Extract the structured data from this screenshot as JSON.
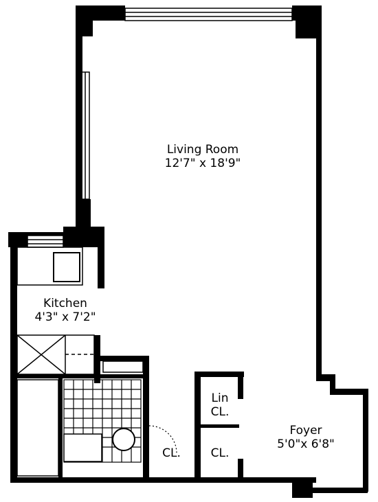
{
  "rooms": {
    "living": {
      "name": "Living Room",
      "dims": "12'7\" x 18'9\""
    },
    "kitchen": {
      "name": "Kitchen",
      "dims": "4'3\" x 7'2\""
    },
    "linen": {
      "line1": "Lin",
      "line2": "CL."
    },
    "closet_bath": {
      "name": "CL."
    },
    "closet_hall": {
      "name": "CL."
    },
    "foyer": {
      "name": "Foyer",
      "dims": "5'0\"x 6'8\""
    }
  },
  "colors": {
    "wall": "#000000",
    "background": "#ffffff"
  }
}
